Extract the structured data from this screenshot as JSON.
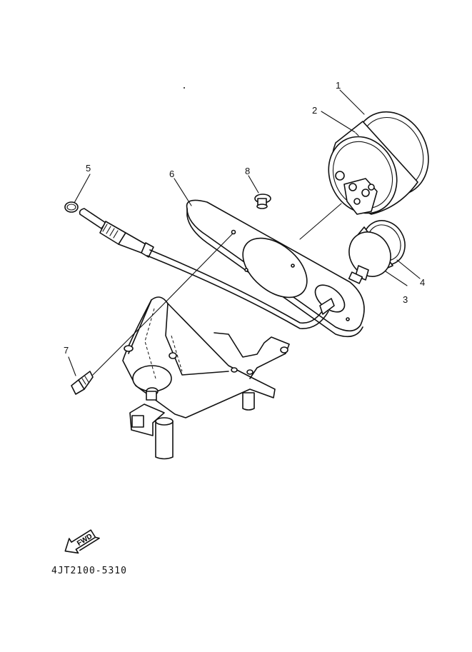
{
  "diagram": {
    "callouts": [
      "1",
      "2",
      "3",
      "4",
      "5",
      "6",
      "7",
      "8"
    ],
    "fwd_label": "FWD",
    "part_code": "4JT2100-5310"
  }
}
